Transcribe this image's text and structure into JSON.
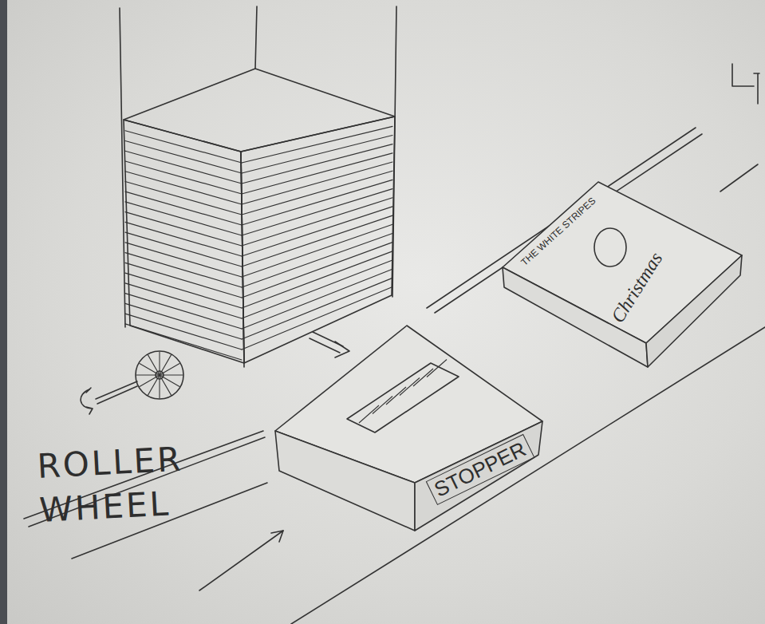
{
  "diagram": {
    "nodes": [
      {
        "text": [
          "STOPPER"
        ]
      },
      {
        "text": [
          "THE WHITE STRIPES",
          "Christmas"
        ]
      }
    ],
    "labels": [
      "ROLLER WHEEL"
    ]
  }
}
